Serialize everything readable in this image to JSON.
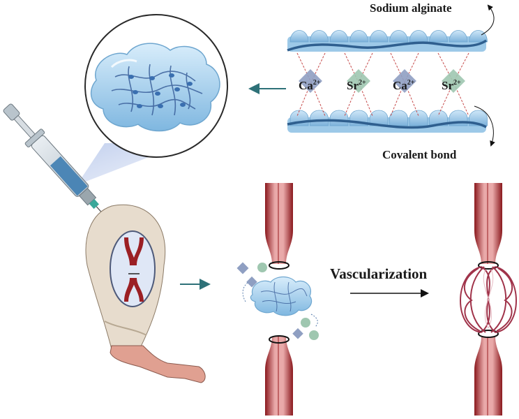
{
  "labels": {
    "sodium_alginate": "Sodium alginate",
    "covalent_bond": "Covalent bond",
    "vascularization": "Vascularization"
  },
  "ions": [
    {
      "symbol": "Ca",
      "charge": "2+",
      "color": "#8f9fc2"
    },
    {
      "symbol": "Sr",
      "charge": "2+",
      "color": "#9fc7b0"
    },
    {
      "symbol": "Ca",
      "charge": "2+",
      "color": "#8f9fc2"
    },
    {
      "symbol": "Sr",
      "charge": "2+",
      "color": "#9fc7b0"
    }
  ],
  "colors": {
    "hydrogel": "#a9d3ef",
    "polymer_chain": "#2f5f8f",
    "vessel": "#9b1f24",
    "vessel_light": "#f2c7c7",
    "arrow_teal": "#2e7178",
    "arm": "#d9c9b6",
    "skin": "#d99a8c"
  },
  "icons": [
    "syringe-icon",
    "hydrogel-icon",
    "arm-icon",
    "blood-vessel-icon",
    "suture-ring-icon"
  ]
}
